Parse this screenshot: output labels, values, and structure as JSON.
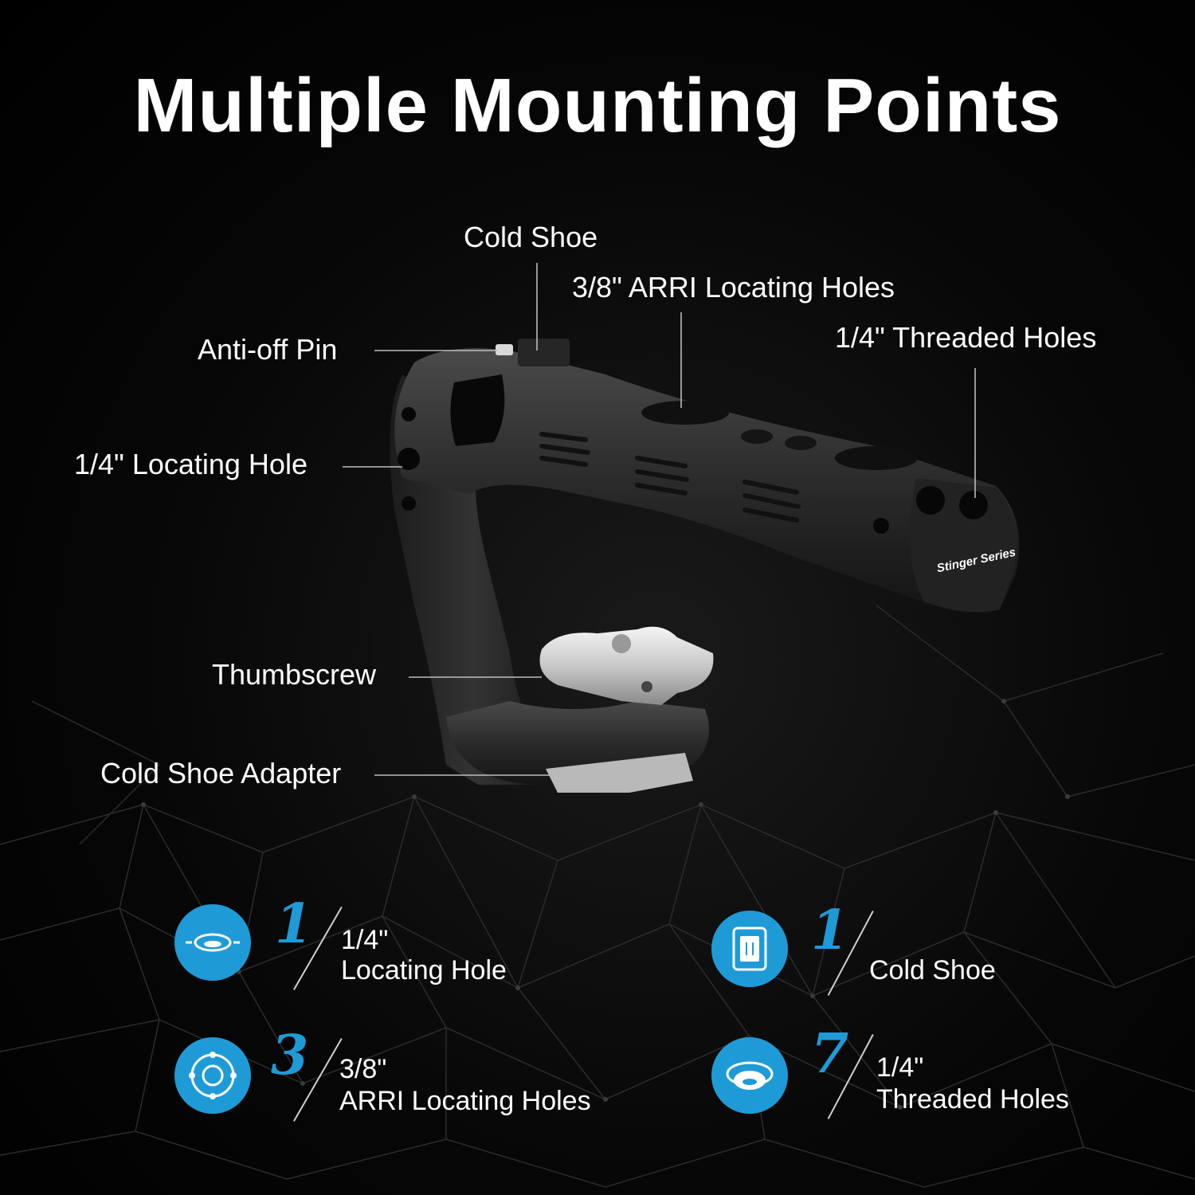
{
  "title": "Multiple Mounting Points",
  "callouts": {
    "cold_shoe": "Cold Shoe",
    "arri_holes": "3/8\" ARRI Locating Holes",
    "threaded_holes": "1/4\" Threaded Holes",
    "anti_off_pin": "Anti-off Pin",
    "locating_hole": "1/4\" Locating Hole",
    "thumbscrew": "Thumbscrew",
    "cold_shoe_adapter": "Cold Shoe Adapter"
  },
  "product_logo_text": "Stinger Series",
  "stats": [
    {
      "count": "1",
      "line1": "1/4\"",
      "line2": "Locating Hole",
      "icon": "locating-hole-icon"
    },
    {
      "count": "1",
      "line1": "",
      "line2": "Cold Shoe",
      "icon": "cold-shoe-icon"
    },
    {
      "count": "3",
      "line1": "3/8\"",
      "line2": "ARRI Locating Holes",
      "icon": "arri-holes-icon"
    },
    {
      "count": "7",
      "line1": "1/4\"",
      "line2": "Threaded Holes",
      "icon": "threaded-holes-icon"
    }
  ],
  "colors": {
    "accent": "#1e9bd7",
    "background": "#000000",
    "text": "#ffffff"
  }
}
